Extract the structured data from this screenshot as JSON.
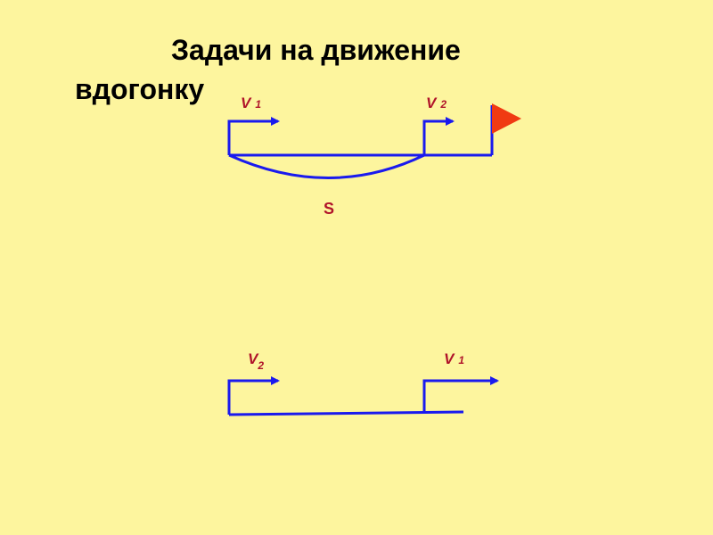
{
  "title": {
    "line1": "Задачи на движение",
    "line2": "вдогонку"
  },
  "diagram_top": {
    "v1_letter": "V",
    "v1_index": "1",
    "v2_letter": "V",
    "v2_index": "2",
    "distance_label": "S",
    "flag_color": "#f03a12"
  },
  "diagram_bottom": {
    "v2_letter": "V",
    "v2_index": "2",
    "v1_letter": "V",
    "v1_index": "1"
  },
  "colors": {
    "background": "#fdf59e",
    "lines": "#1a1aee",
    "labels": "#b0142a"
  },
  "icons": {
    "arrow": "arrow-right-icon",
    "flag": "flag-icon"
  }
}
